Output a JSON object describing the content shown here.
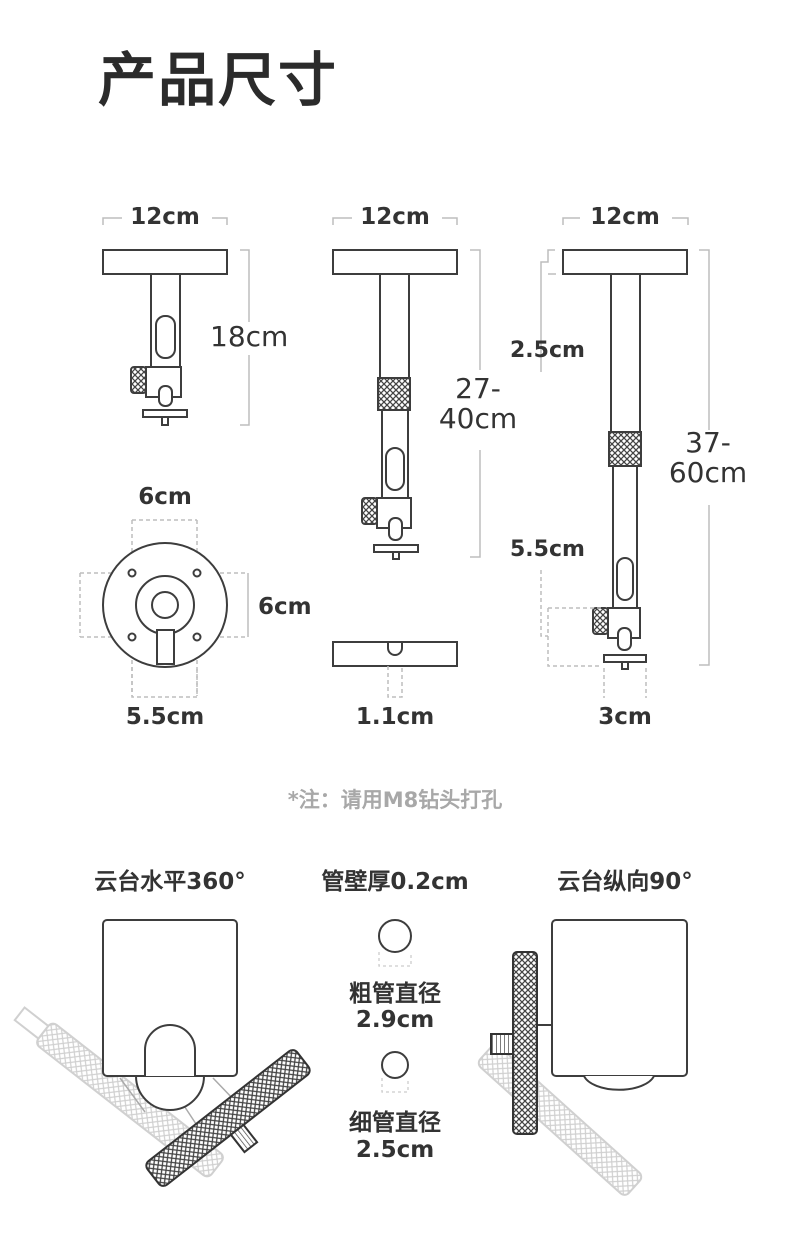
{
  "title": "产品尺寸",
  "colors": {
    "line": "#3d3d3d",
    "dim": "#bdbdbd",
    "fill": "#ffffff",
    "knurl": "#555555",
    "ghost": "#d6d6d6"
  },
  "dims": {
    "top_width_1": "12cm",
    "top_width_2": "12cm",
    "top_width_3": "12cm",
    "height_1": "18cm",
    "height_2a": "27-",
    "height_2b": "40cm",
    "height_3a": "37-",
    "height_3b": "60cm",
    "plate_offset": "2.5cm",
    "bracket_height": "5.5cm",
    "base_width": "6cm",
    "base_height": "6cm",
    "base_bottom": "5.5cm",
    "plate_thickness": "1.1cm",
    "bracket_width": "3cm"
  },
  "note": "*注：请用M8钻头打孔",
  "features": {
    "swivel_horizontal": "云台水平360°",
    "tube_wall": "管壁厚0.2cm",
    "thick_tube": "粗管直径",
    "thick_tube_value": "2.9cm",
    "thin_tube": "细管直径",
    "thin_tube_value": "2.5cm",
    "swivel_vertical": "云台纵向90°"
  },
  "icons": [
    "mount-short-icon",
    "mount-medium-icon",
    "mount-long-icon",
    "base-plate-icon",
    "plate-side-icon",
    "swivel-horizontal-icon",
    "tube-thick-icon",
    "tube-thin-icon",
    "swivel-vertical-icon"
  ]
}
